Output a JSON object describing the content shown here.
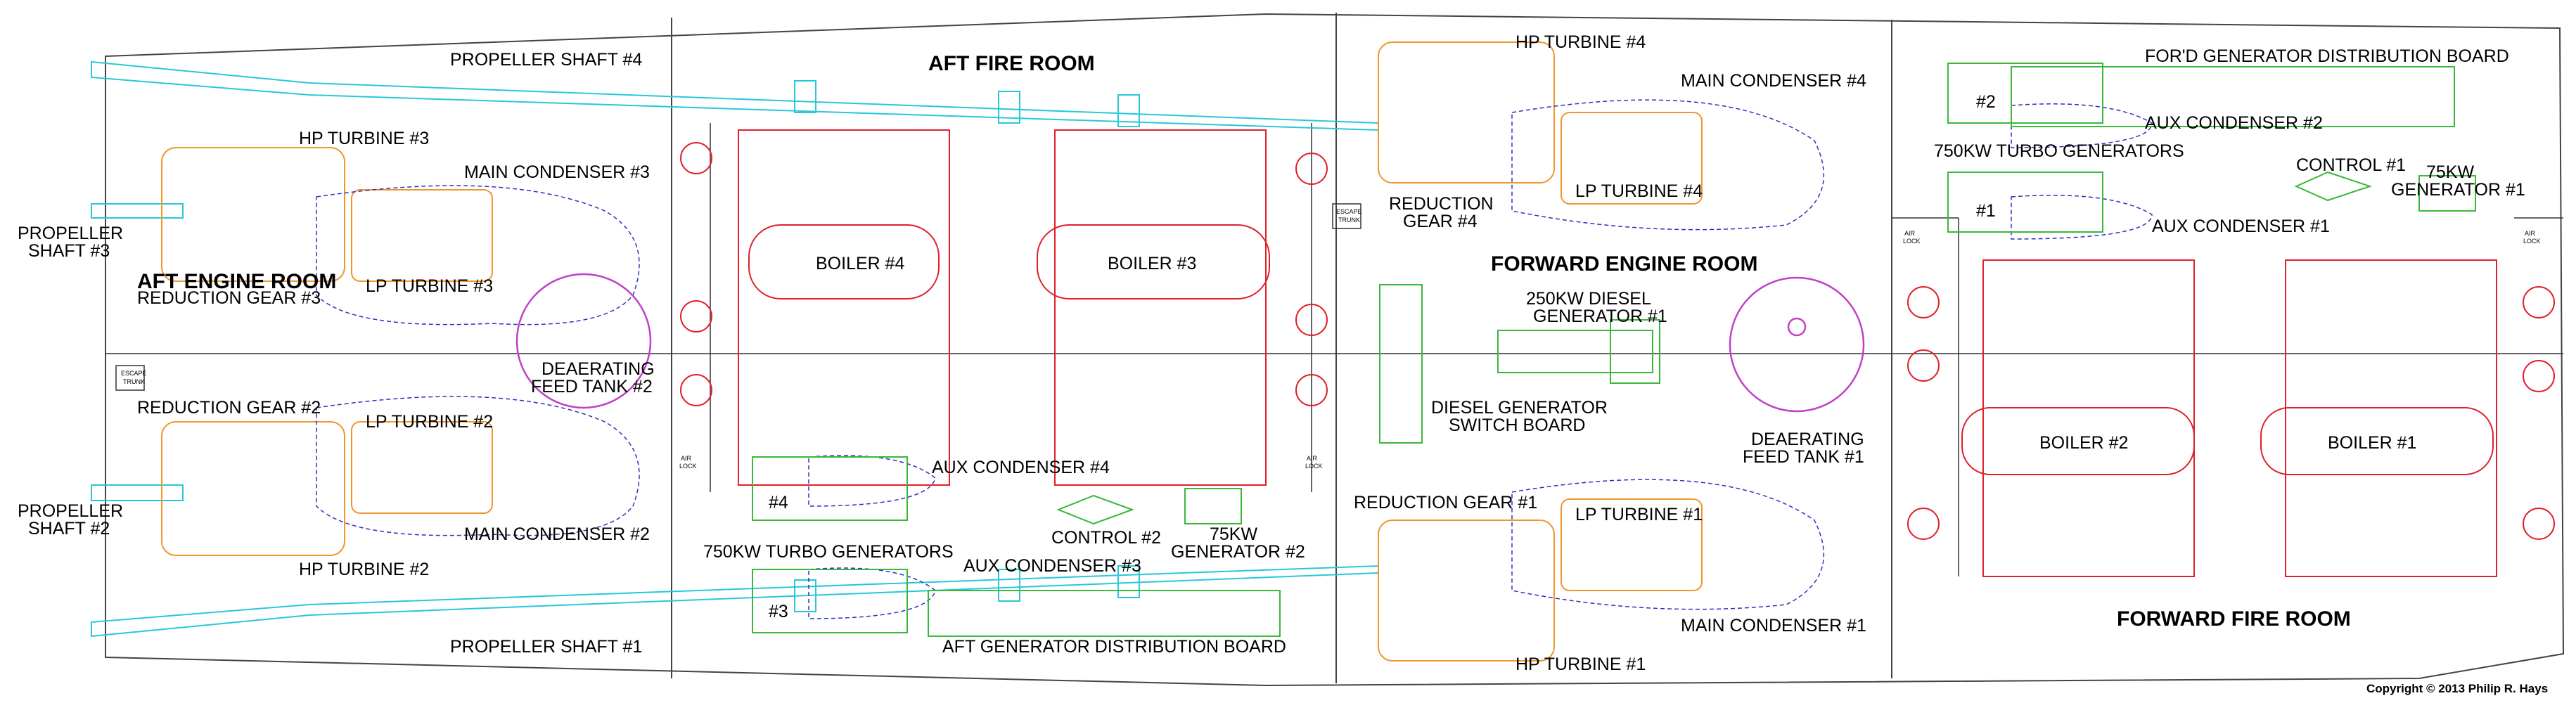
{
  "title": "",
  "rooms": {
    "aft_engine": "AFT ENGINE ROOM",
    "aft_fire": "AFT FIRE ROOM",
    "forward_engine": "FORWARD ENGINE ROOM",
    "forward_fire": "FORWARD FIRE ROOM"
  },
  "shafts": {
    "s4": "PROPELLER SHAFT #4",
    "s1": "PROPELLER SHAFT #1",
    "s3_line1": "PROPELLER",
    "s3_line2": "SHAFT #3",
    "s2_line1": "PROPELLER",
    "s2_line2": "SHAFT #2"
  },
  "turbines": {
    "hp3": "HP TURBINE #3",
    "lp3": "LP TURBINE #3",
    "hp2": "HP TURBINE #2",
    "lp2": "LP TURBINE #2",
    "hp4": "HP TURBINE #4",
    "lp4": "LP TURBINE #4",
    "hp1": "HP TURBINE #1",
    "lp1": "LP TURBINE #1"
  },
  "condensers": {
    "main3": "MAIN CONDENSER #3",
    "main2": "MAIN CONDENSER #2",
    "main4": "MAIN CONDENSER #4",
    "main1": "MAIN CONDENSER #1",
    "aux4": "AUX CONDENSER #4",
    "aux3": "AUX CONDENSER #3",
    "aux2": "AUX CONDENSER #2",
    "aux1": "AUX CONDENSER #1"
  },
  "gears": {
    "rg3": "REDUCTION GEAR #3",
    "rg2": "REDUCTION GEAR #2",
    "rg4_line1": "REDUCTION",
    "rg4_line2": "GEAR #4",
    "rg1": "REDUCTION GEAR #1"
  },
  "boilers": {
    "b4": "BOILER #4",
    "b3": "BOILER #3",
    "b2": "BOILER #2",
    "b1": "BOILER #1"
  },
  "tanks": {
    "dft2_line1": "DEAERATING",
    "dft2_line2": "FEED TANK #2",
    "dft1_line1": "DEAERATING",
    "dft1_line2": "FEED TANK #1"
  },
  "generators": {
    "turbo_aft": "750KW TURBO GENERATORS",
    "turbo_fwd": "750KW TURBO GENERATORS",
    "gen4_tag": "#4",
    "gen3_tag": "#3",
    "gen2_tag": "#2",
    "gen1_tag": "#1",
    "kw75_2_line1": "75KW",
    "kw75_2_line2": "GENERATOR #2",
    "kw75_1_line1": "75KW",
    "kw75_1_line2": "GENERATOR #1",
    "diesel_line1": "250KW DIESEL",
    "diesel_line2": "GENERATOR #1"
  },
  "boards": {
    "aft_dist": "AFT GENERATOR DISTRIBUTION BOARD",
    "fwd_dist": "FOR'D GENERATOR DISTRIBUTION BOARD",
    "diesel_sw_line1": "DIESEL GENERATOR",
    "diesel_sw_line2": "SWITCH BOARD"
  },
  "controls": {
    "c2": "CONTROL #2",
    "c1": "CONTROL #1"
  },
  "misc": {
    "escape_line1": "ESCAPE",
    "escape_line2": "TRUNK",
    "airlock_line1": "AIR",
    "airlock_line2": "LOCK"
  },
  "copyright": "Copyright © 2013 Philip R. Hays",
  "colors": {
    "boiler": "#e0202a",
    "turbine": "#f0962c",
    "shaft": "#28c8d8",
    "generator": "#3ab83a",
    "condenser": "#3030c0",
    "tank": "#c040c8"
  }
}
